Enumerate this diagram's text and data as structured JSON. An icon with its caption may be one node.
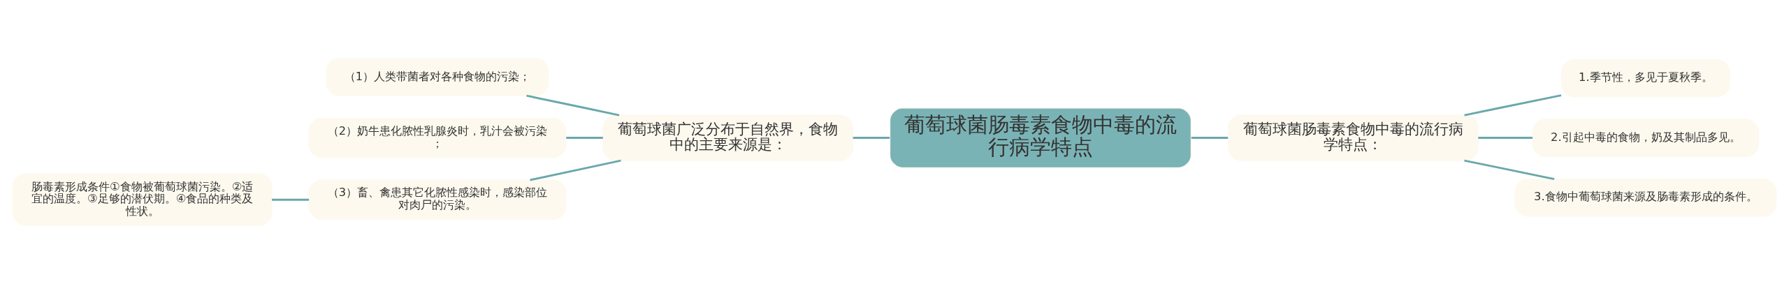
{
  "diagram": {
    "nodes": [
      {
        "text": [
          "葡萄球菌肠毒素食物中毒的流行病学特点"
        ]
      },
      {
        "text": [
          "葡萄球菌广泛分布于自然界，食物中的主要来源是："
        ]
      },
      {
        "text": [
          "（1）人类带菌者对各种食物的污染；"
        ]
      },
      {
        "text": [
          "（2）奶牛患化脓性乳腺炎时，乳汁会被污染；"
        ]
      },
      {
        "text": [
          "（3）畜、禽患其它化脓性感染时，感染部位对肉尸的污染。"
        ]
      },
      {
        "text": [
          "肠毒素形成条件①食物被葡萄球菌污染。②适宜的温度。③足够的潜伏期。④食品的种类及性状。"
        ]
      },
      {
        "text": [
          "葡萄球菌肠毒素食物中毒的流行病学特点："
        ]
      },
      {
        "text": [
          "1.季节性，多见于夏秋季。"
        ]
      },
      {
        "text": [
          "2.引起中毒的食物，奶及其制品多见。"
        ]
      },
      {
        "text": [
          "3.食物中葡萄球菌来源及肠毒素形成的条件。"
        ]
      }
    ],
    "edges": [
      {
        "from": 0,
        "to": 1,
        "arrow": "none"
      },
      {
        "from": 1,
        "to": 2,
        "arrow": "none"
      },
      {
        "from": 1,
        "to": 3,
        "arrow": "none"
      },
      {
        "from": 1,
        "to": 4,
        "arrow": "none"
      },
      {
        "from": 4,
        "to": 5,
        "arrow": "none"
      },
      {
        "from": 0,
        "to": 6,
        "arrow": "none"
      },
      {
        "from": 6,
        "to": 7,
        "arrow": "none"
      },
      {
        "from": 6,
        "to": 8,
        "arrow": "none"
      },
      {
        "from": 6,
        "to": 9,
        "arrow": "none"
      }
    ]
  }
}
